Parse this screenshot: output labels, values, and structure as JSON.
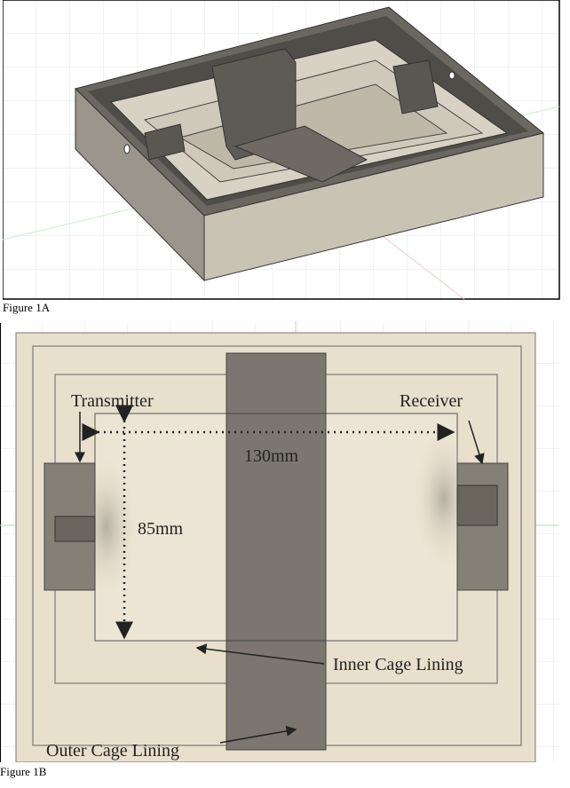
{
  "figure_1a": {
    "caption": "Figure 1A"
  },
  "figure_1b": {
    "caption": "Figure 1B",
    "labels": {
      "transmitter": "Transmitter",
      "receiver": "Receiver",
      "width": "130mm",
      "height": "85mm",
      "inner": "Inner Cage Lining",
      "outer": "Outer Cage Lining"
    }
  }
}
